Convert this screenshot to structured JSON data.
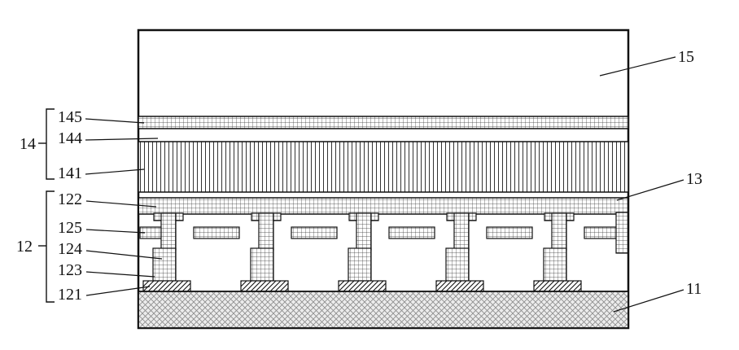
{
  "figure": {
    "type": "patent-cross-section-diagram",
    "colors": {
      "line": "#111111",
      "hatch": "#333333",
      "substrate_fill": "#ececec",
      "background": "#ffffff"
    },
    "labels": {
      "l15": "15",
      "l145": "145",
      "l144": "144",
      "l14": "14",
      "l141": "141",
      "l122": "122",
      "l125": "125",
      "l12": "12",
      "l124": "124",
      "l123": "123",
      "l121": "121",
      "l13": "13",
      "l11": "11"
    }
  }
}
